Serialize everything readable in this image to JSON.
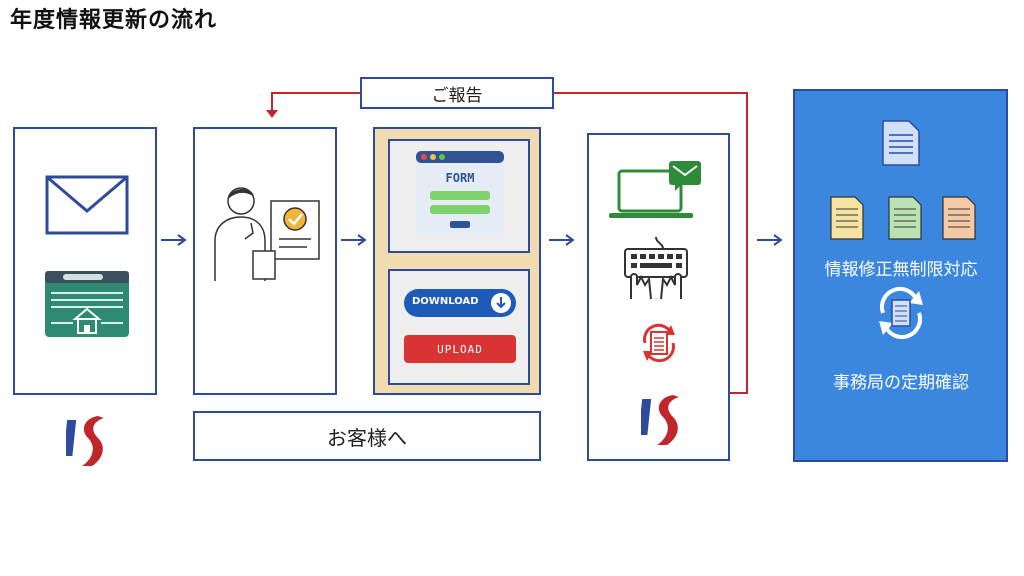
{
  "page": {
    "title": "年度情報更新の流れ"
  },
  "report_label": "ご報告",
  "customer_label": "お客様へ",
  "form_icon": {
    "text": "FORM"
  },
  "download_button": {
    "text": "DOWNLOAD"
  },
  "upload_button": {
    "text": "UPLOAD"
  },
  "right_panel": {
    "line1": "情報修正無制限対応",
    "line2": "事務局の定期確認"
  },
  "colors": {
    "border": "#2e4a9e",
    "accent_red": "#c0262c",
    "panel_blue": "#3b87e0",
    "tan_bg": "#f1dcb0",
    "green_icon": "#2e8b72"
  },
  "icons": [
    "envelope-icon",
    "website-home-icon",
    "company-logo-icon",
    "person-approval-icon",
    "form-window-icon",
    "download-button-icon",
    "upload-button-icon",
    "laptop-message-icon",
    "keyboard-typing-icon",
    "document-refresh-icon",
    "document-icon",
    "refresh-document-icon"
  ]
}
